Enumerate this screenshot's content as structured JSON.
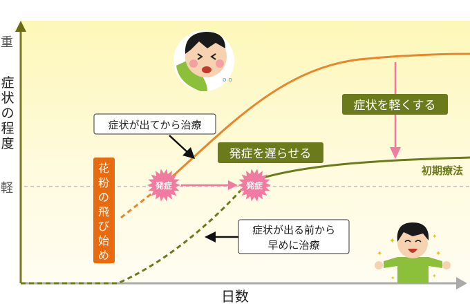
{
  "axis": {
    "y_top": "重",
    "y_title_chars": [
      "症",
      "状",
      "の",
      "程",
      "度"
    ],
    "y_bottom": "軽",
    "x_title": "日数"
  },
  "labels": {
    "after_symptoms": "症状が出てから治療",
    "lighten": "症状を軽くする",
    "delay": "発症を遅らせる",
    "initial_therapy": "初期療法",
    "onset": "発症",
    "pollen_start_chars": [
      "花",
      "粉",
      "の",
      "飛",
      "び",
      "始",
      "め"
    ],
    "early_line1": "症状が出る前から",
    "early_line2": "早めに治療"
  },
  "colors": {
    "orange": "#e8862a",
    "olive": "#6b7a1a",
    "pink": "#f07aa0",
    "pollen_box": "#e86b10"
  }
}
